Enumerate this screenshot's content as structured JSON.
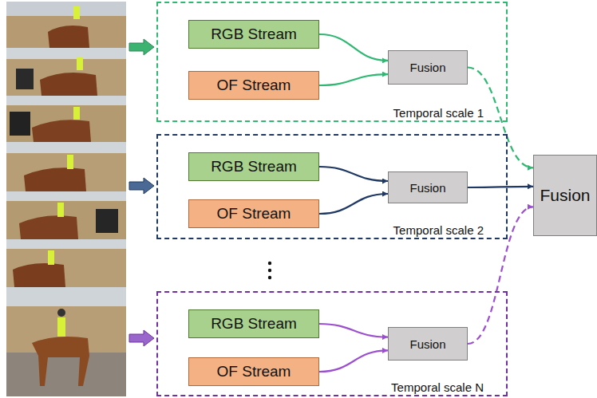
{
  "diagram": {
    "nodes": [
      {
        "text": [
          "Temporal scale 1"
        ]
      },
      {
        "text": [
          "RGB Stream"
        ],
        "in": 0
      },
      {
        "text": [
          "OF Stream"
        ],
        "in": 0
      },
      {
        "text": [
          "Fusion"
        ],
        "in": 0
      },
      {
        "text": [
          "Temporal scale 2"
        ]
      },
      {
        "text": [
          "RGB Stream"
        ],
        "in": 4
      },
      {
        "text": [
          "OF Stream"
        ],
        "in": 4
      },
      {
        "text": [
          "Fusion"
        ],
        "in": 4
      },
      {
        "text": [
          "Temporal scale N"
        ]
      },
      {
        "text": [
          "RGB Stream"
        ],
        "in": 8
      },
      {
        "text": [
          "OF Stream"
        ],
        "in": 8
      },
      {
        "text": [
          "Fusion"
        ],
        "in": 8
      },
      {
        "text": [
          "Fusion"
        ]
      }
    ],
    "edges": [
      {
        "from": 1,
        "to": 3,
        "arrow": "to"
      },
      {
        "from": 2,
        "to": 3,
        "arrow": "to"
      },
      {
        "from": 5,
        "to": 7,
        "arrow": "to"
      },
      {
        "from": 6,
        "to": 7,
        "arrow": "to"
      },
      {
        "from": 9,
        "to": 11,
        "arrow": "to"
      },
      {
        "from": 10,
        "to": 11,
        "arrow": "to"
      },
      {
        "from": 3,
        "to": 12,
        "arrow": "to"
      },
      {
        "from": 7,
        "to": 12,
        "arrow": "to"
      },
      {
        "from": 11,
        "to": 12,
        "arrow": "to"
      }
    ]
  }
}
